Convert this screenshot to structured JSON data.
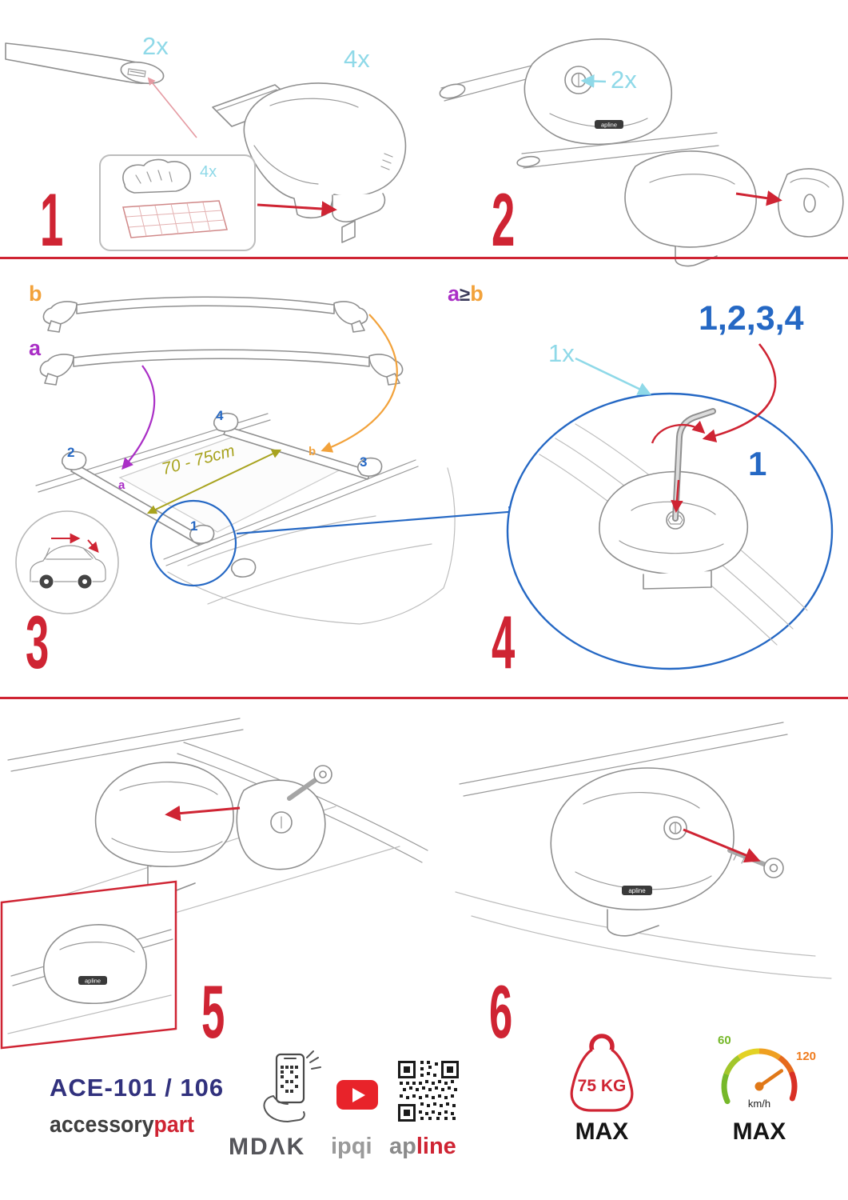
{
  "colors": {
    "red": "#cf2433",
    "cyan": "#8fd9e8",
    "blue": "#2568c4",
    "purple": "#aa2fc6",
    "orange": "#f2a23b",
    "olive": "#a8a31f",
    "navy": "#31317d",
    "gray": "#8f8f8f"
  },
  "brand_tag": "apline",
  "step1": {
    "number": "1",
    "bar_qty": "2x",
    "foot_qty": "4x",
    "pad_qty": "4x"
  },
  "step2": {
    "number": "2",
    "lock_qty": "2x"
  },
  "step3": {
    "number": "3",
    "bar_b": "b",
    "bar_a": "a",
    "distance": "70 - 75cm",
    "pos1": "1",
    "pos2": "2",
    "pos3": "3",
    "pos4": "4",
    "roof_a": "a",
    "roof_b": "b"
  },
  "step4": {
    "number": "4",
    "cond_a": "a",
    "cond_op": "≥",
    "cond_b": "b",
    "key_qty": "1x",
    "sequence": "1,2,3,4",
    "order": "1"
  },
  "step5": {
    "number": "5"
  },
  "step6": {
    "number": "6"
  },
  "footer": {
    "product_code": "ACE-101 / 106",
    "brand_accessory": "accessory",
    "brand_part": "part",
    "logo_mdak": "MDΛK",
    "logo_ipqi": "ipqi",
    "logo_ap": "ap",
    "logo_line": "line",
    "weight_value": "75 KG",
    "weight_max": "MAX",
    "speed_low": "60",
    "speed_high": "120",
    "speed_unit": "km/h",
    "speed_max": "MAX"
  }
}
